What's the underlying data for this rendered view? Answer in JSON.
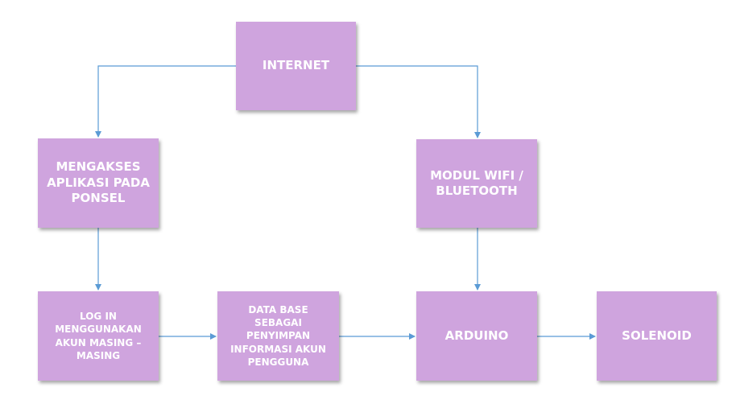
{
  "colors": {
    "box_fill": "#cfa4de",
    "box_text": "#ffffff",
    "connector": "#5b9bd5"
  },
  "nodes": {
    "internet": "INTERNET",
    "mengakses": "MENGAKSES\nAPLIKASI PADA\nPONSEL",
    "modul": "MODUL WIFI /\nBLUETOOTH",
    "login": "LOG IN\nMENGGUNAKAN\nAKUN MASING –\nMASING",
    "database": "DATA BASE\nSEBAGAI\nPENYIMPAN\nINFORMASI AKUN\nPENGGUNA",
    "arduino": "ARDUINO",
    "solenoid": "SOLENOID"
  },
  "edges": [
    {
      "from": "internet",
      "to": "mengakses"
    },
    {
      "from": "internet",
      "to": "modul"
    },
    {
      "from": "mengakses",
      "to": "login"
    },
    {
      "from": "login",
      "to": "database"
    },
    {
      "from": "database",
      "to": "arduino"
    },
    {
      "from": "modul",
      "to": "arduino"
    },
    {
      "from": "arduino",
      "to": "solenoid"
    }
  ]
}
